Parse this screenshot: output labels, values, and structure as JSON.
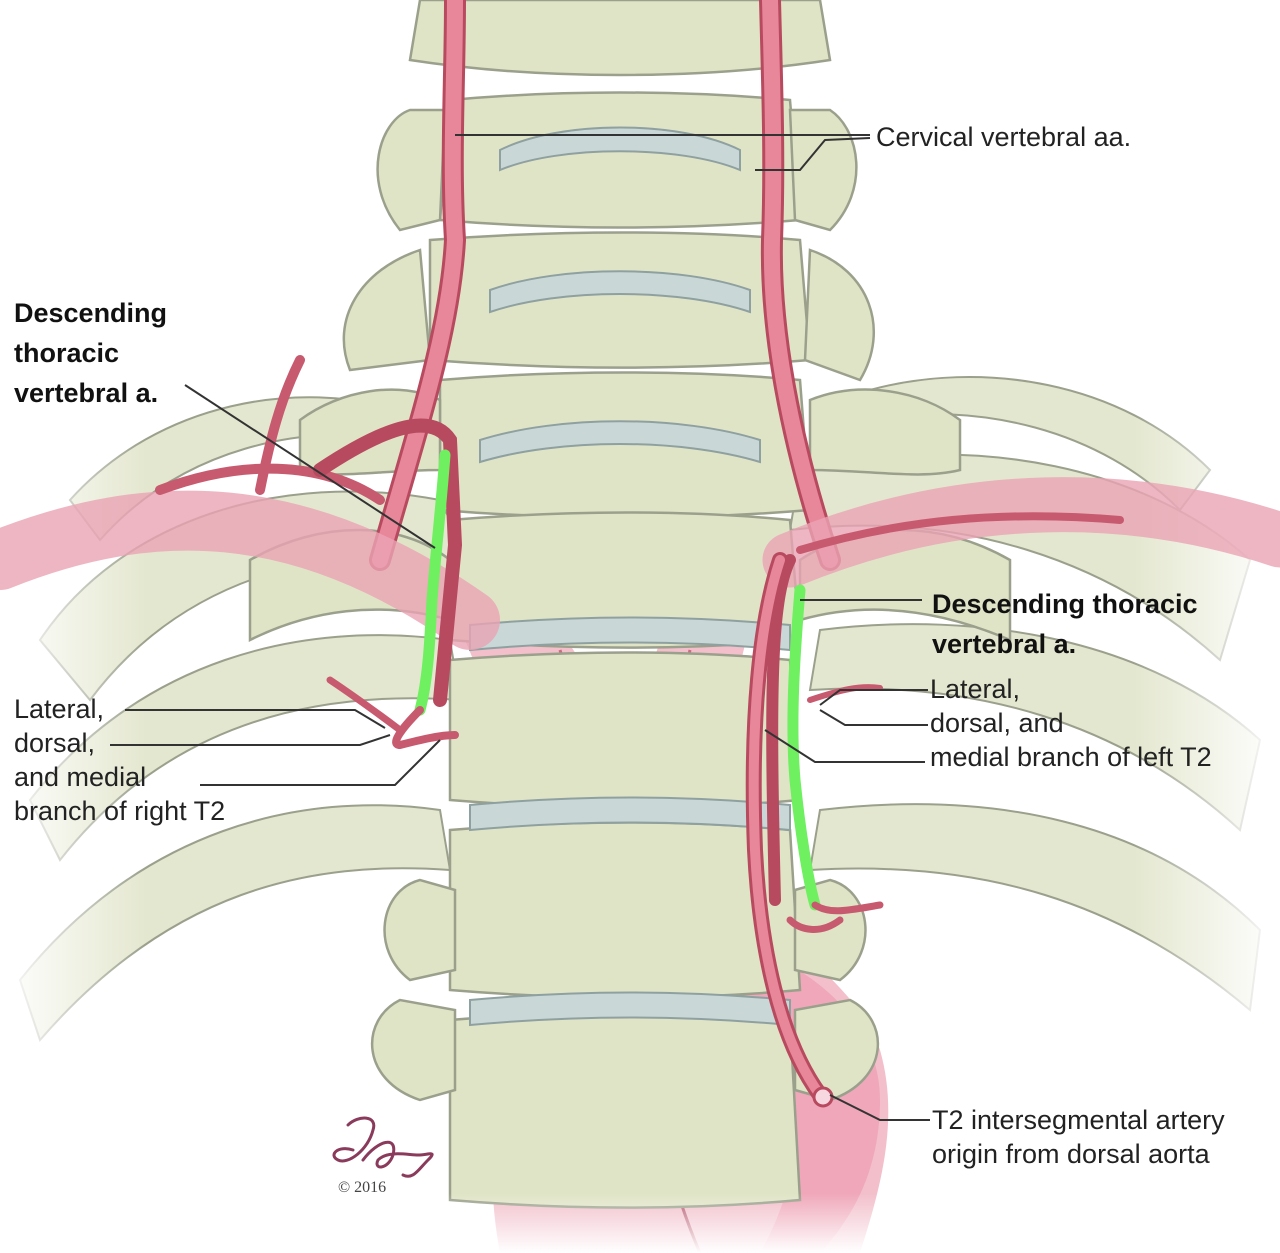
{
  "labels": {
    "cervical_vertebral_aa": [
      "Cervical vertebral aa."
    ],
    "desc_thoracic_right": [
      "Descending",
      "thoracic",
      "vertebral a."
    ],
    "desc_thoracic_left": [
      "Descending thoracic",
      "vertebral a."
    ],
    "branches_right": [
      "Lateral,",
      "dorsal,",
      "and medial",
      "branch of right T2"
    ],
    "branches_left": [
      "Lateral,",
      "dorsal, and",
      "medial branch of left T2"
    ],
    "t2_origin": [
      "T2 intersegmental artery",
      "origin from dorsal aorta"
    ]
  },
  "signature": {
    "name": "T. Gregg",
    "copyright": "© 2016"
  },
  "colors": {
    "bone": "#dfe3c6",
    "bone_outline": "#9aa08c",
    "disc": "#c9d8d6",
    "artery": "#e8869a",
    "artery_dark": "#b84a5f",
    "aorta": "#efb0bf",
    "highlight_green": "#6ef060",
    "leader": "#333333"
  }
}
